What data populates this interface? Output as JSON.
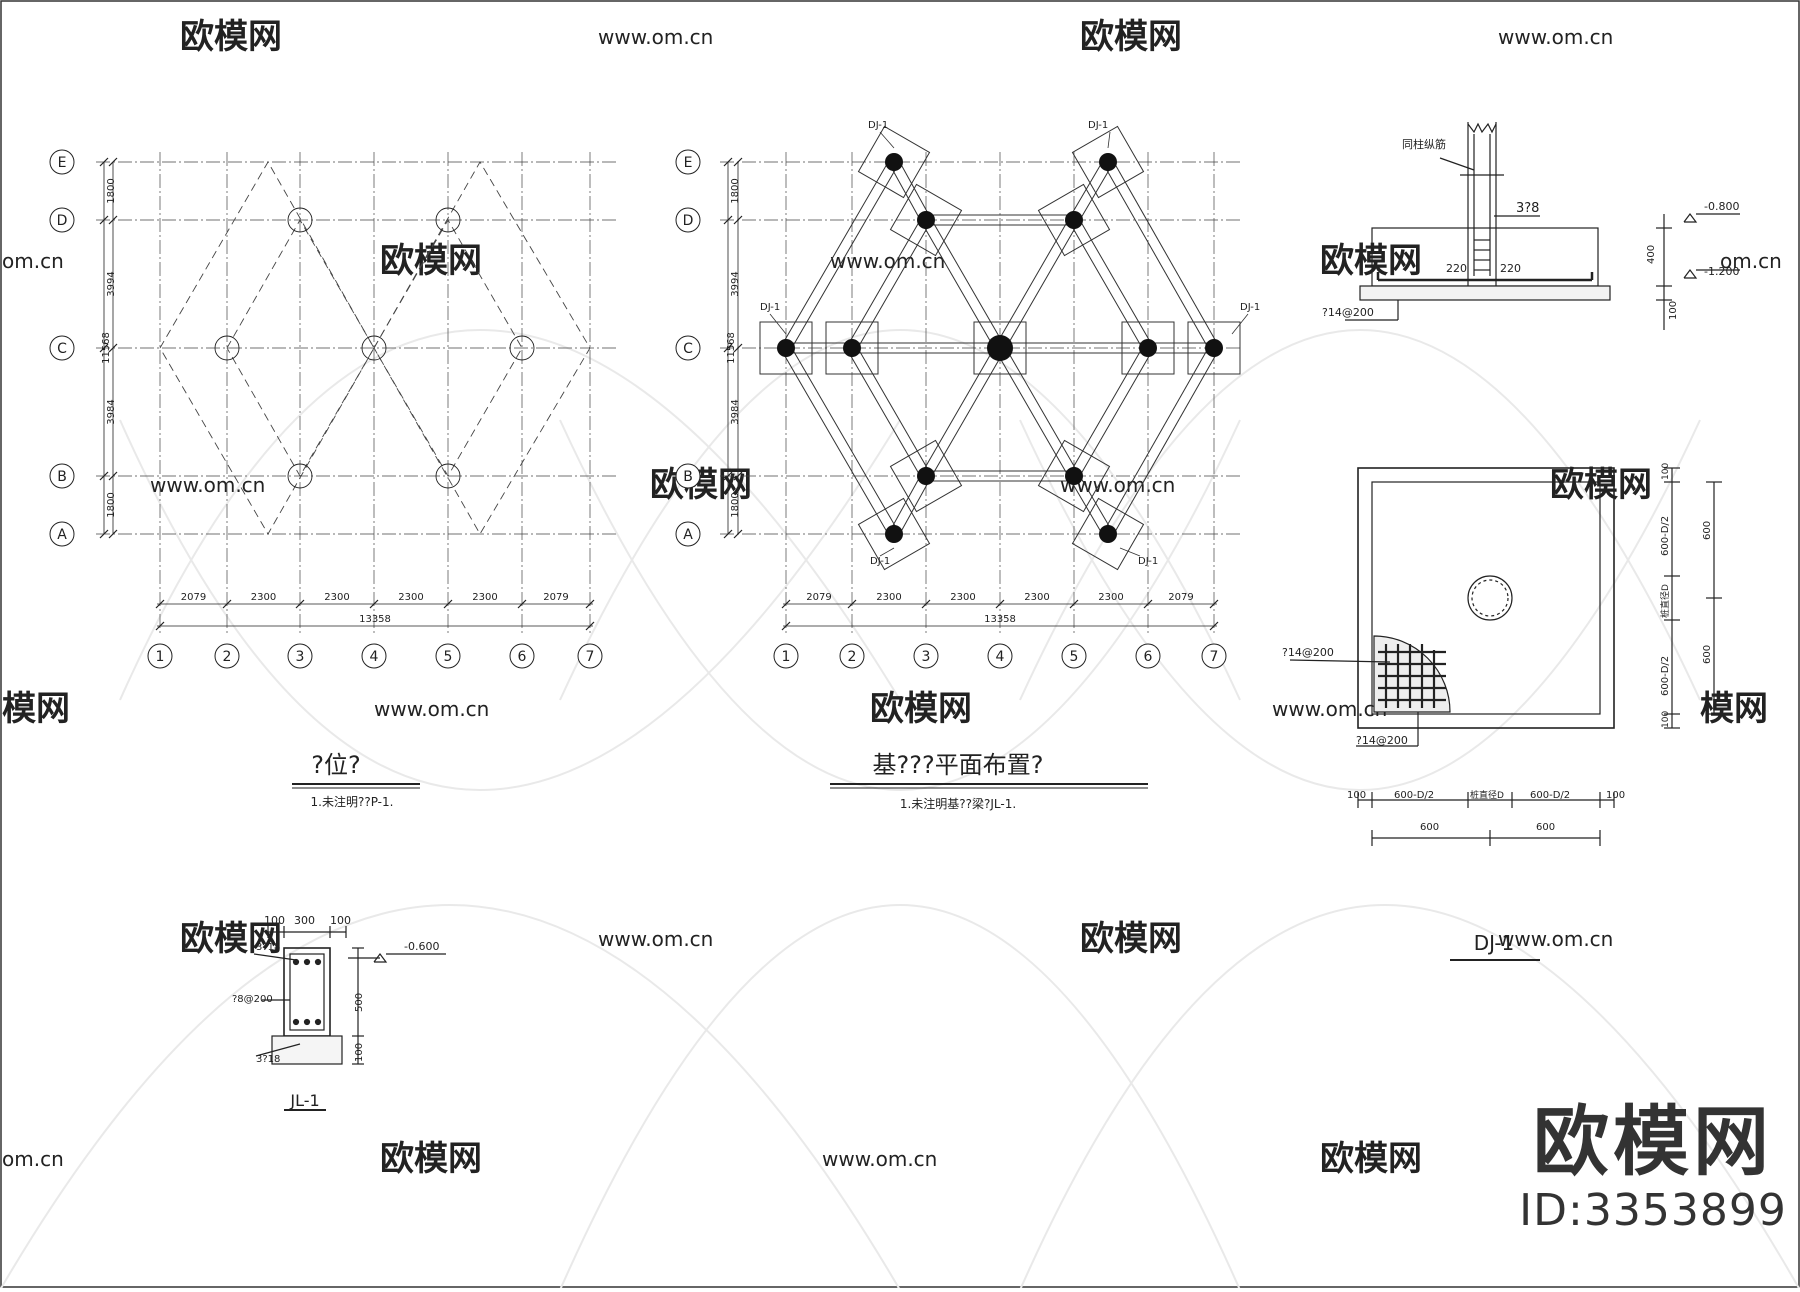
{
  "watermark": {
    "brand": "欧模网",
    "url": "www.om.cn",
    "url_partial": "om.cn",
    "brand_partial": "模网"
  },
  "corner_brand": {
    "logo": "欧模网",
    "id": "ID:3353899"
  },
  "plan_left": {
    "title": "?位?",
    "note": "1.未注明??P-1.",
    "row_axes": [
      "E",
      "D",
      "C",
      "B",
      "A"
    ],
    "col_axes": [
      "1",
      "2",
      "3",
      "4",
      "5",
      "6",
      "7"
    ],
    "bay_dims": [
      "2079",
      "2300",
      "2300",
      "2300",
      "2300",
      "2079"
    ],
    "total_dim": "13358",
    "side_dims": [
      "1800",
      "3994",
      "3984",
      "1800"
    ],
    "side_total": "11568"
  },
  "plan_center": {
    "title": "基???平面布置?",
    "note": "1.未注明基??梁?JL-1.",
    "row_axes": [
      "E",
      "D",
      "C",
      "B",
      "A"
    ],
    "col_axes": [
      "1",
      "2",
      "3",
      "4",
      "5",
      "6",
      "7"
    ],
    "bay_dims": [
      "2079",
      "2300",
      "2300",
      "2300",
      "2300",
      "2079"
    ],
    "total_dim": "13358",
    "side_dims": [
      "1800",
      "3994",
      "3984",
      "1800"
    ],
    "side_total": "11568",
    "footing_tag": "DJ-1"
  },
  "section_dj": {
    "lbl_column": "同柱纵筋",
    "lbl_bars": "3?8",
    "lbl_220a": "220",
    "lbl_220b": "220",
    "lbl_mesh": "?14@200",
    "lbl_elev1": "-0.800",
    "lbl_elev2": "-1.200",
    "lbl_h400": "400",
    "lbl_h100": "100"
  },
  "plan_dj": {
    "title": "DJ-1",
    "mesh_x": "?14@200",
    "mesh_y": "?14@200",
    "right_dims": [
      "100",
      "600-D/2",
      "桩直径D",
      "600-D/2",
      "100"
    ],
    "right_total": [
      "600",
      "600"
    ],
    "bottom_dims": [
      "100",
      "600-D/2",
      "桩直径D",
      "600-D/2",
      "100"
    ],
    "bottom_total": [
      "600",
      "600"
    ]
  },
  "section_jl": {
    "title": "JL-1",
    "w_left": "100",
    "w_mid": "300",
    "w_right": "100",
    "top_bars": "3?18",
    "stirrup": "?8@200",
    "bottom_bars": "3?18",
    "height": "500",
    "base": "100",
    "elev": "-0.600"
  }
}
